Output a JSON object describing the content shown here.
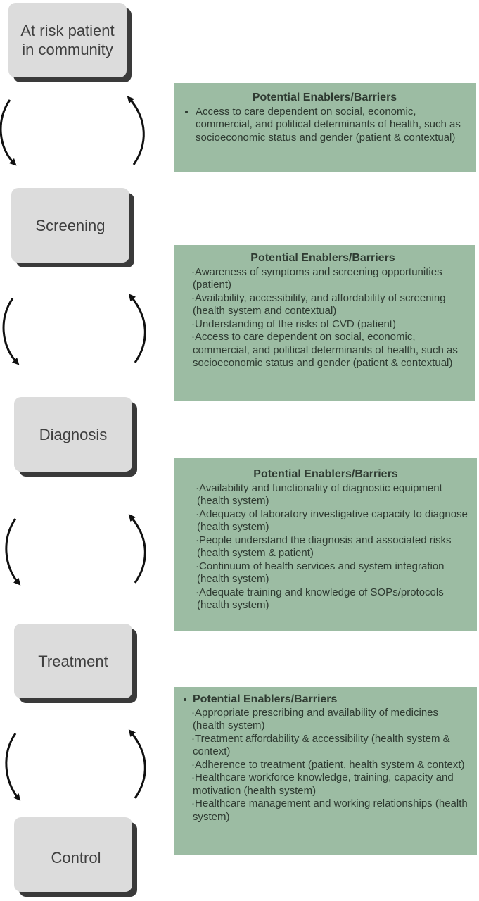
{
  "stages": [
    {
      "id": "stage-at-risk",
      "label_line1": "At risk patient",
      "label_line2": "in community"
    },
    {
      "id": "stage-screening",
      "label_line1": "Screening",
      "label_line2": ""
    },
    {
      "id": "stage-diagnosis",
      "label_line1": "Diagnosis",
      "label_line2": ""
    },
    {
      "id": "stage-treatment",
      "label_line1": "Treatment",
      "label_line2": ""
    },
    {
      "id": "stage-control",
      "label_line1": "Control",
      "label_line2": ""
    }
  ],
  "panels": [
    {
      "title": "Potential Enablers/Barriers",
      "items": [
        "Access to care dependent on social, economic, commercial, and political determinants of health, such as socioeconomic status and gender (patient & contextual)"
      ]
    },
    {
      "title": "Potential Enablers/Barriers",
      "items": [
        "·Awareness of symptoms and screening opportunities (patient)",
        "·Availability, accessibility, and affordability of screening (health system and contextual)",
        "·Understanding of the risks of CVD (patient)",
        "·Access to care dependent on social, economic, commercial, and political determinants of health, such as socioeconomic status and gender (patient & contextual)"
      ]
    },
    {
      "title": "Potential Enablers/Barriers",
      "items": [
        "·Availability and functionality of diagnostic equipment (health system)",
        "·Adequacy of laboratory investigative capacity to diagnose (health system)",
        "·People understand the diagnosis and associated risks (health system & patient)",
        "·Continuum of health services and system integration (health system)",
        "·Adequate training and knowledge of SOPs/protocols (health system)"
      ]
    },
    {
      "title": "Potential Enablers/Barriers",
      "items": [
        "·Appropriate prescribing and availability of medicines (health system)",
        "·Treatment affordability & accessibility (health system & context)",
        "·Adherence to treatment (patient, health system & context)",
        "·Healthcare workforce knowledge, training, capacity and motivation (health system)",
        "·Healthcare management and working relationships (health system)"
      ]
    }
  ]
}
